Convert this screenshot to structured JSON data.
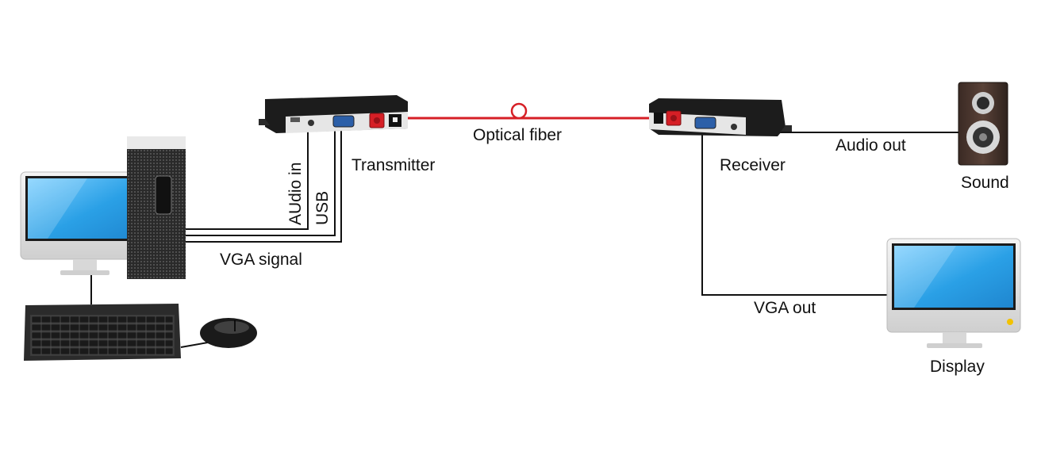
{
  "labels": {
    "transmitter": "Transmitter",
    "receiver": "Receiver",
    "optical_fiber": "Optical fiber",
    "audio_in": "AUdio in",
    "usb": "USB",
    "vga_signal": "VGA signal",
    "audio_out": "Audio out",
    "sound": "Sound",
    "vga_out": "VGA out",
    "display": "Display"
  },
  "colors": {
    "fiber": "#d61f26",
    "cable": "#111111",
    "screen": "#2aa0e6",
    "device_body": "#1c1c1c",
    "device_face": "#e6e6e6"
  }
}
